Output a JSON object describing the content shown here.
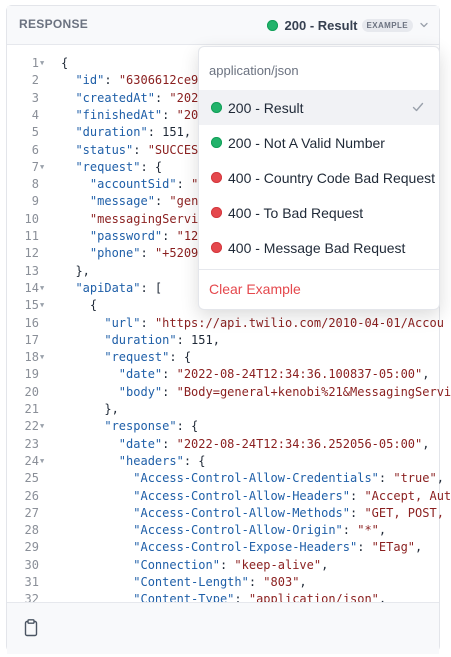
{
  "header": {
    "title": "RESPONSE",
    "selected_label": "200 - Result",
    "badge": "EXAMPLE",
    "selected_status_color": "#22b36b",
    "chevron_icon": "chevron-down-icon"
  },
  "dropdown": {
    "heading": "application/json",
    "items": [
      {
        "label": "200 - Result",
        "status": "green",
        "selected": true
      },
      {
        "label": "200 - Not A Valid Number",
        "status": "green",
        "selected": false
      },
      {
        "label": "400 - Country Code Bad Request",
        "status": "red",
        "selected": false
      },
      {
        "label": "400 - To Bad Request",
        "status": "red",
        "selected": false
      },
      {
        "label": "400 - Message Bad Request",
        "status": "red",
        "selected": false
      }
    ],
    "clear_label": "Clear Example",
    "check_icon": "check-icon"
  },
  "code_lines": [
    {
      "n": "1",
      "fold": true,
      "text": "{"
    },
    {
      "n": "2",
      "fold": false,
      "text": "  \"id\": \"6306612ce9"
    },
    {
      "n": "3",
      "fold": false,
      "text": "  \"createdAt\": \"202"
    },
    {
      "n": "4",
      "fold": false,
      "text": "  \"finishedAt\": \"20"
    },
    {
      "n": "5",
      "fold": false,
      "text": "  \"duration\": 151,"
    },
    {
      "n": "6",
      "fold": false,
      "text": "  \"status\": \"SUCCESS"
    },
    {
      "n": "7",
      "fold": true,
      "text": "  \"request\": {"
    },
    {
      "n": "8",
      "fold": false,
      "text": "    \"accountSid\": \""
    },
    {
      "n": "9",
      "fold": false,
      "text": "    \"message\": \"gen"
    },
    {
      "n": "10",
      "fold": false,
      "text": "    \"messagingServi"
    },
    {
      "n": "11",
      "fold": false,
      "text": "    \"password\": \"12"
    },
    {
      "n": "12",
      "fold": false,
      "text": "    \"phone\": \"+5209"
    },
    {
      "n": "13",
      "fold": false,
      "text": "  },"
    },
    {
      "n": "14",
      "fold": true,
      "text": "  \"apiData\": ["
    },
    {
      "n": "15",
      "fold": true,
      "text": "    {"
    },
    {
      "n": "16",
      "fold": false,
      "text": "      \"url\": \"https://api.twilio.com/2010-04-01/Accou"
    },
    {
      "n": "17",
      "fold": false,
      "text": "      \"duration\": 151,"
    },
    {
      "n": "18",
      "fold": true,
      "text": "      \"request\": {"
    },
    {
      "n": "19",
      "fold": false,
      "text": "        \"date\": \"2022-08-24T12:34:36.100837-05:00\","
    },
    {
      "n": "20",
      "fold": false,
      "text": "        \"body\": \"Body=general+kenobi%21&MessagingServi"
    },
    {
      "n": "21",
      "fold": false,
      "text": "      },"
    },
    {
      "n": "22",
      "fold": true,
      "text": "      \"response\": {"
    },
    {
      "n": "23",
      "fold": false,
      "text": "        \"date\": \"2022-08-24T12:34:36.252056-05:00\","
    },
    {
      "n": "24",
      "fold": true,
      "text": "        \"headers\": {"
    },
    {
      "n": "25",
      "fold": false,
      "text": "          \"Access-Control-Allow-Credentials\": \"true\","
    },
    {
      "n": "26",
      "fold": false,
      "text": "          \"Access-Control-Allow-Headers\": \"Accept, Aut"
    },
    {
      "n": "27",
      "fold": false,
      "text": "          \"Access-Control-Allow-Methods\": \"GET, POST,"
    },
    {
      "n": "28",
      "fold": false,
      "text": "          \"Access-Control-Allow-Origin\": \"*\","
    },
    {
      "n": "29",
      "fold": false,
      "text": "          \"Access-Control-Expose-Headers\": \"ETag\","
    },
    {
      "n": "30",
      "fold": false,
      "text": "          \"Connection\": \"keep-alive\","
    },
    {
      "n": "31",
      "fold": false,
      "text": "          \"Content-Length\": \"803\","
    },
    {
      "n": "32",
      "fold": false,
      "text": "          \"Content-Type\": \"application/json\","
    }
  ],
  "footer": {
    "copy_icon": "clipboard-icon"
  },
  "colors": {
    "key": "#1f5fa8",
    "string": "#8a1f1f",
    "success": "#22b36b",
    "error": "#e5484d"
  }
}
